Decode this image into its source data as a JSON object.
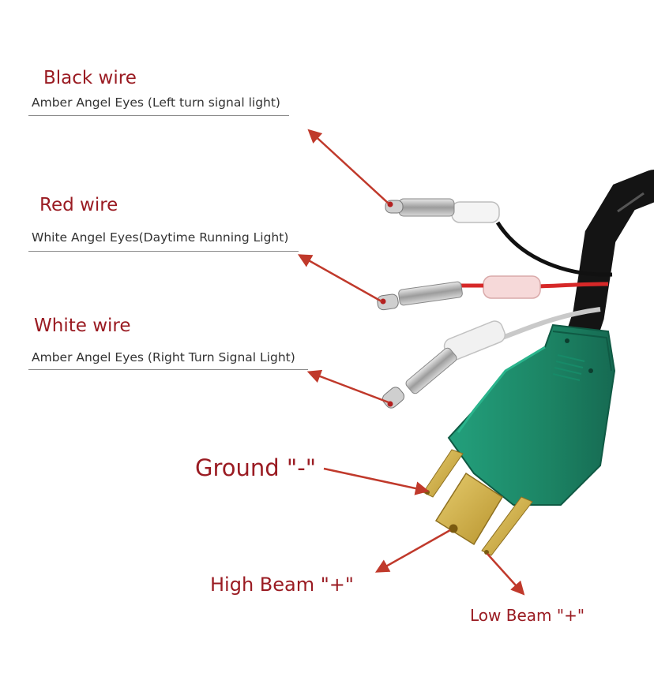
{
  "colors": {
    "label_red": "#9a1b22",
    "arrow_red": "#c0392b",
    "plug_green": "#1f8a6a",
    "pin_gold": "#d4b24a",
    "cable_black": "#141414"
  },
  "wires": [
    {
      "title": "Black wire",
      "description": "Amber Angel Eyes (Left turn signal light)"
    },
    {
      "title": "Red wire",
      "description": "White Angel Eyes(Daytime Running Light)"
    },
    {
      "title": "White wire",
      "description": "Amber Angel Eyes (Right Turn Signal Light)"
    }
  ],
  "pins": {
    "ground": "Ground \"-\"",
    "high_beam": "High Beam \"+\"",
    "low_beam": "Low Beam \"+\""
  }
}
